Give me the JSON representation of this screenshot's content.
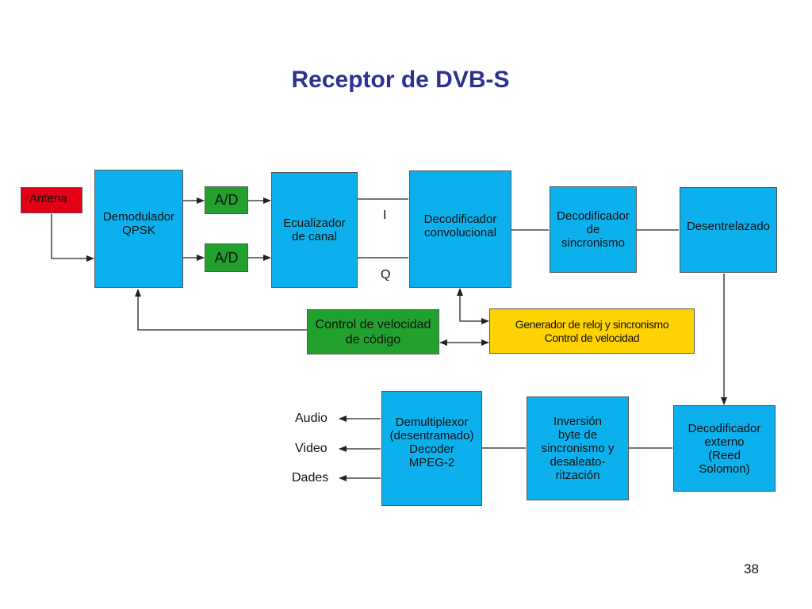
{
  "title": "Receptor de DVB-S",
  "page_number": "38",
  "colors": {
    "title": "#2E3192",
    "block_blue": "#0CB0EC",
    "block_green": "#22A12F",
    "block_red": "#E30016",
    "block_yellow": "#FFD200"
  },
  "blocks": {
    "antena": "Antena",
    "demodulador": "Demodulador\nQPSK",
    "ad_top": "A/D",
    "ad_bottom": "A/D",
    "ecualizador": "Ecualizador\nde canal",
    "decod_conv": "Decodificador\nconvolucional",
    "decod_sinc": "Decodificador\nde\nsincronismo",
    "desentrelazado": "Desentrelazado",
    "control_velocidad": "Control de velocidad\nde código",
    "generador": "Generador de reloj y sincronismo\nControl de velocidad",
    "decod_externo": "Decodificador\nexterno\n(Reed\nSolomon)",
    "inversion": "Inversión\nbyte de\nsincronismo y\ndesaleato-\nritzación",
    "demultiplexor": "Demultiplexor\n(desentramado)\nDecoder\nMPEG-2"
  },
  "signals": {
    "i": "I",
    "q": "Q"
  },
  "outputs": {
    "audio": "Audio",
    "video": "Video",
    "dades": "Dades"
  }
}
